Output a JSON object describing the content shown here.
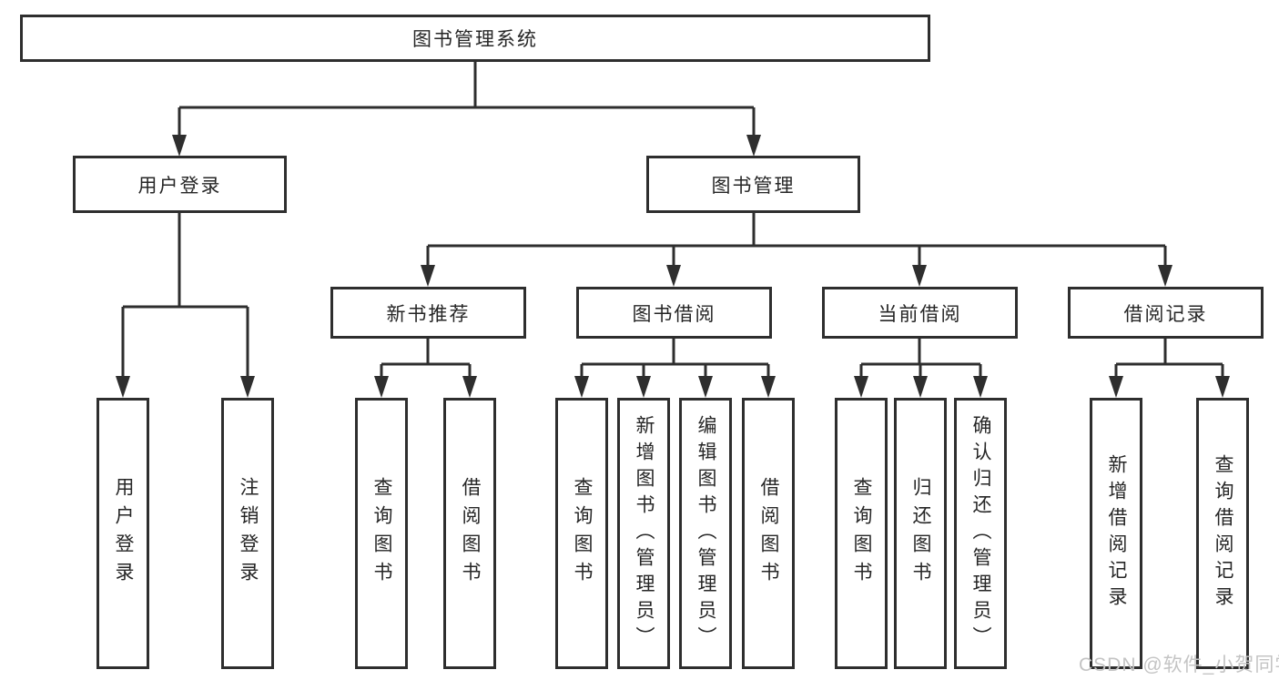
{
  "watermark": "CSDN @软件_小贺同学",
  "tree": {
    "root": "图书管理系统",
    "branches": [
      {
        "label": "用户登录",
        "children": [
          "用户登录",
          "注销登录"
        ]
      },
      {
        "label": "图书管理",
        "sections": [
          {
            "label": "新书推荐",
            "children": [
              "查询图书",
              "借阅图书"
            ]
          },
          {
            "label": "图书借阅",
            "children": [
              "查询图书",
              "新增图书（管理员）",
              "编辑图书（管理员）",
              "借阅图书"
            ]
          },
          {
            "label": "当前借阅",
            "children": [
              "查询图书",
              "归还图书",
              "确认归还（管理员）"
            ]
          },
          {
            "label": "借阅记录",
            "children": [
              "新增借阅记录",
              "查询借阅记录"
            ]
          }
        ]
      }
    ]
  }
}
